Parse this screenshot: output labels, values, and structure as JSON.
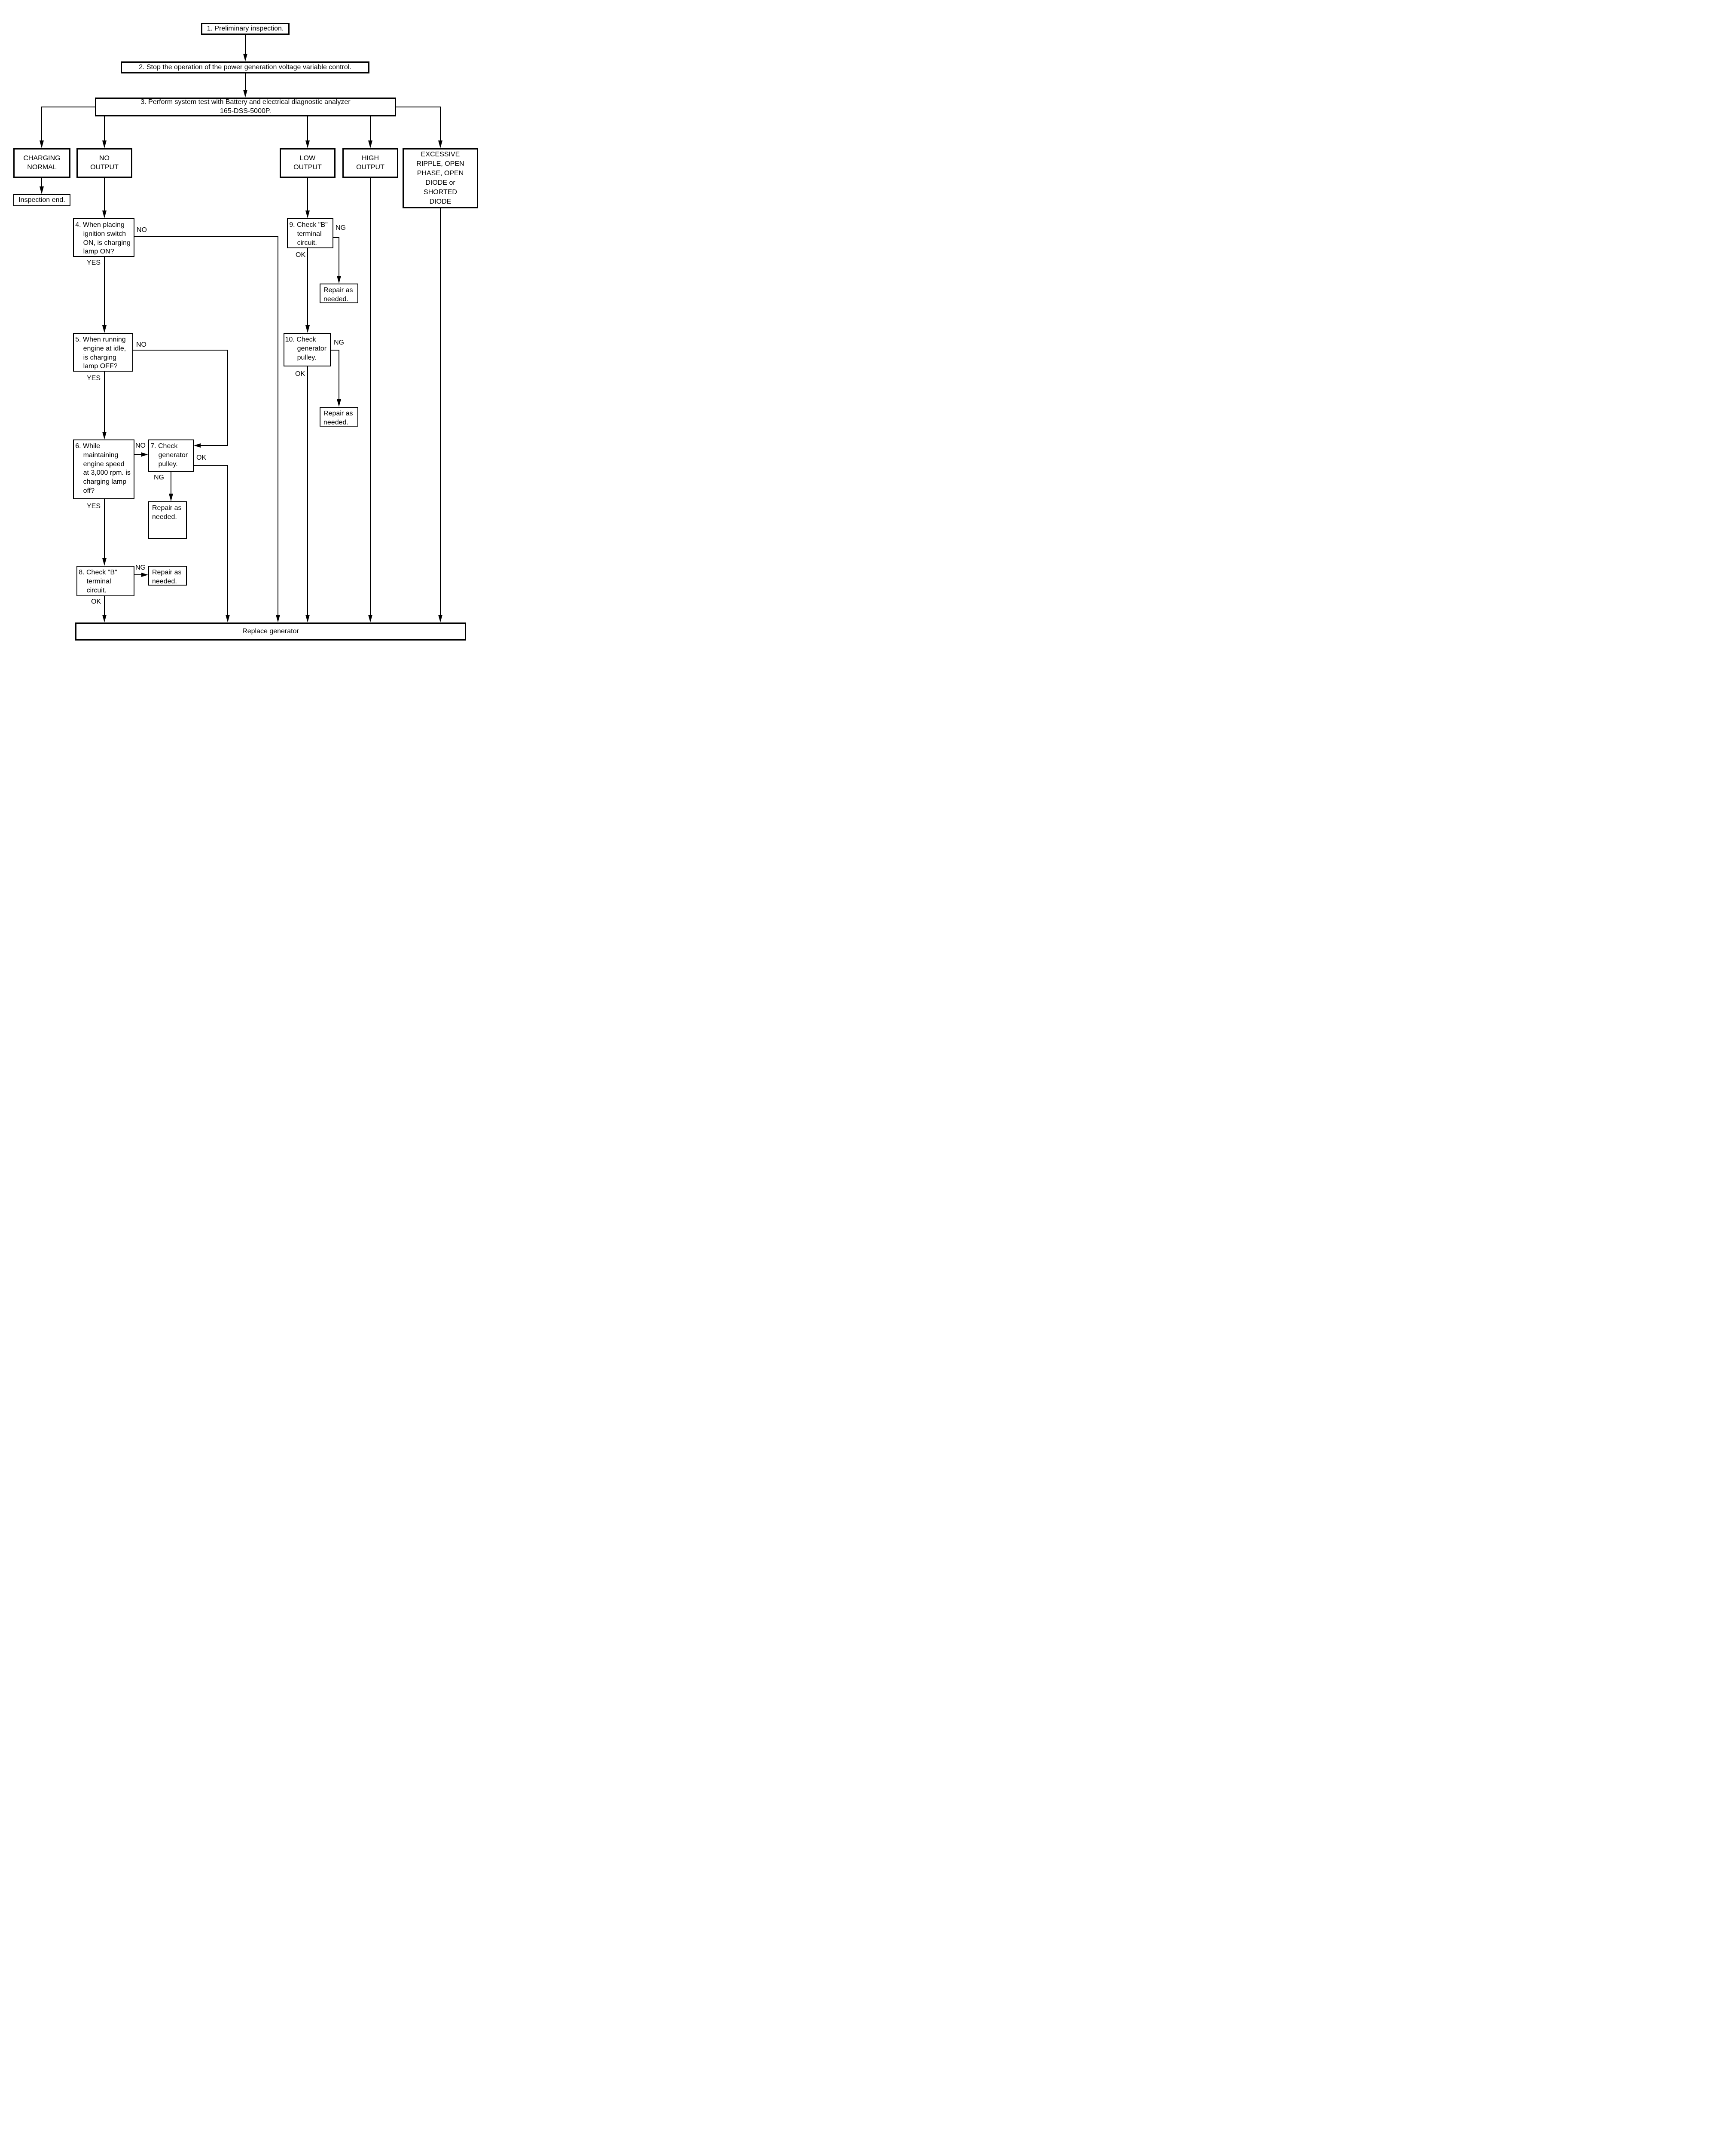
{
  "nodes": {
    "n1": {
      "label": "1. Preliminary inspection."
    },
    "n2": {
      "label": "2. Stop the operation of the power generation voltage variable control."
    },
    "n3": {
      "label": "3. Perform system test with Battery and electrical diagnostic analyzer\n165-DSS-5000P."
    },
    "charging": {
      "label": "CHARGING\nNORMAL"
    },
    "nooutput": {
      "label": "NO\nOUTPUT"
    },
    "lowoutput": {
      "label": "LOW\nOUTPUT"
    },
    "highoutput": {
      "label": "HIGH\nOUTPUT"
    },
    "excessive": {
      "label": "EXCESSIVE\nRIPPLE, OPEN\nPHASE, OPEN\nDIODE or\nSHORTED\nDIODE"
    },
    "inspend": {
      "label": "Inspection end."
    },
    "n4": {
      "label": "4. When placing ignition switch ON, is charging lamp ON?"
    },
    "n5": {
      "label": "5. When running engine at idle, is charging lamp OFF?"
    },
    "n6": {
      "label": "6. While maintaining engine speed at 3,000 rpm. is charging lamp off?"
    },
    "n7": {
      "label": "7. Check generator pulley."
    },
    "n8": {
      "label": "8. Check \"B\" terminal circuit."
    },
    "n9": {
      "label": "9. Check \"B\" terminal circuit."
    },
    "n10": {
      "label": "10. Check generator pulley."
    },
    "repair7": {
      "label": "Repair as needed."
    },
    "repair8": {
      "label": "Repair as needed."
    },
    "repair9": {
      "label": "Repair as needed."
    },
    "repair10": {
      "label": "Repair as needed."
    },
    "replace": {
      "label": "Replace generator"
    }
  },
  "edge_labels": {
    "n4_no": "NO",
    "n4_yes": "YES",
    "n5_no": "NO",
    "n5_yes": "YES",
    "n6_no": "NO",
    "n6_yes": "YES",
    "n7_ok": "OK",
    "n7_ng": "NG",
    "n8_ng": "NG",
    "n8_ok": "OK",
    "n9_ng": "NG",
    "n9_ok": "OK",
    "n10_ng": "NG",
    "n10_ok": "OK"
  },
  "colors": {
    "line": "#000000",
    "background": "#ffffff"
  }
}
